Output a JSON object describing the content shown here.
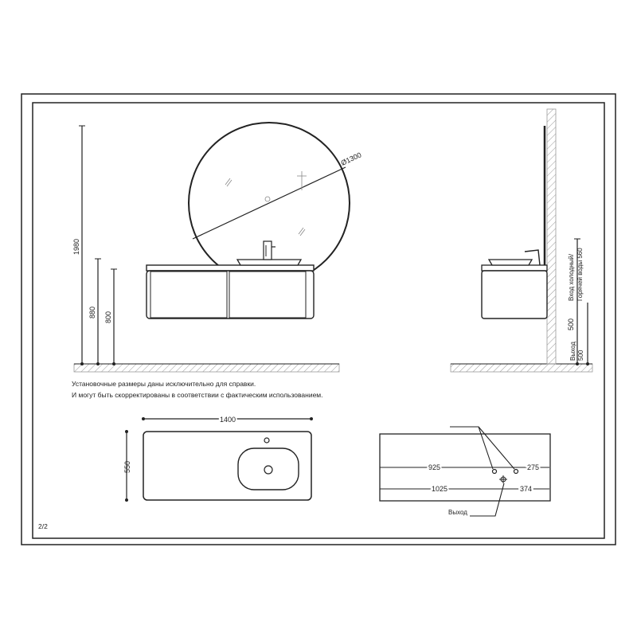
{
  "page": {
    "number": "2/2"
  },
  "front_view": {
    "mirror_diameter": "Ø1300",
    "height_total": "1980",
    "height_basin": "880",
    "height_cabinet": "800"
  },
  "side_view": {
    "height_500": "500",
    "inlet_label": "Вход холодный/",
    "inlet_label_2": "Горячей воды 560",
    "outlet_label": "Выход",
    "outlet_value": "500"
  },
  "notes": {
    "line1": "Установочные размеры даны исключительно для справки.",
    "line2": "И могут быть скорректированы в соответствии с фактическим использованием."
  },
  "top_view": {
    "width": "1400",
    "depth": "550"
  },
  "piping_view": {
    "dim_925": "925",
    "dim_275": "275",
    "dim_1025": "1025",
    "dim_374": "374",
    "outlet_label": "Выход"
  },
  "colors": {
    "line": "#222222",
    "hatch": "#999999"
  }
}
